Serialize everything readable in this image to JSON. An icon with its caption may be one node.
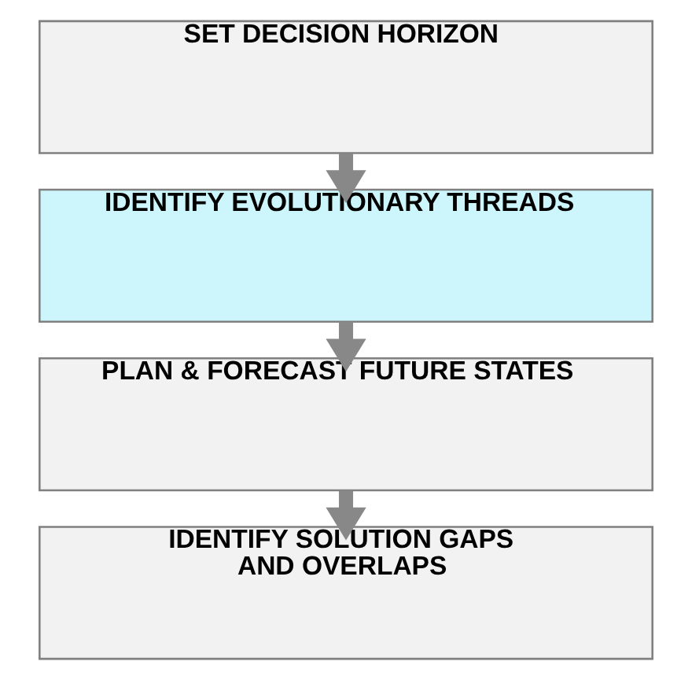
{
  "diagram": {
    "nodes": [
      {
        "text": [
          "SET DECISION HORIZON"
        ]
      },
      {
        "text": [
          "IDENTIFY EVOLUTIONARY THREADS"
        ]
      },
      {
        "text": [
          "PLAN & FORECAST FUTURE STATES"
        ]
      },
      {
        "text": [
          "IDENTIFY SOLUTION GAPS AND OVERLAPS"
        ]
      }
    ],
    "edges": [
      {
        "from": 0,
        "to": 1,
        "arrow": "to"
      },
      {
        "from": 1,
        "to": 2,
        "arrow": "to"
      },
      {
        "from": 2,
        "to": 3,
        "arrow": "to"
      }
    ]
  }
}
